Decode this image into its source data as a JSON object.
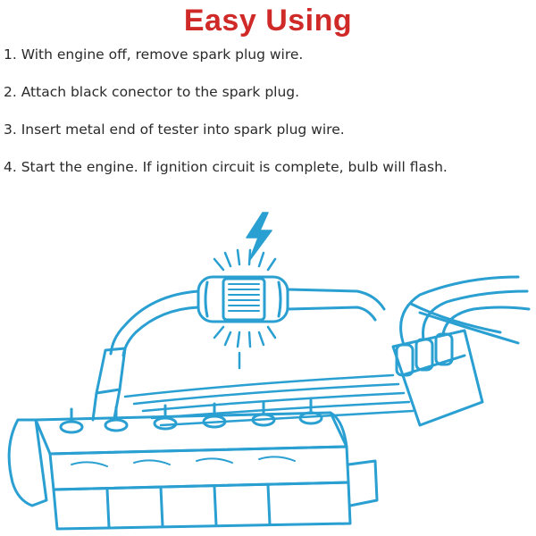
{
  "title": "Easy Using",
  "steps": [
    "1. With engine off, remove spark plug wire.",
    "2. Attach black conector to the spark plug.",
    "3. Insert metal end of tester into spark plug wire.",
    "4. Start the engine. If ignition circuit is complete, bulb will flash."
  ],
  "colors": {
    "title": "#cf2a27",
    "text": "#2a2a2a",
    "line_art": "#2a9fd1",
    "spark": "#2a9fd1"
  },
  "icons": {
    "spark": "lightning-bolt-icon",
    "tester": "spark-plug-tester-icon",
    "engine": "engine-block-icon"
  }
}
